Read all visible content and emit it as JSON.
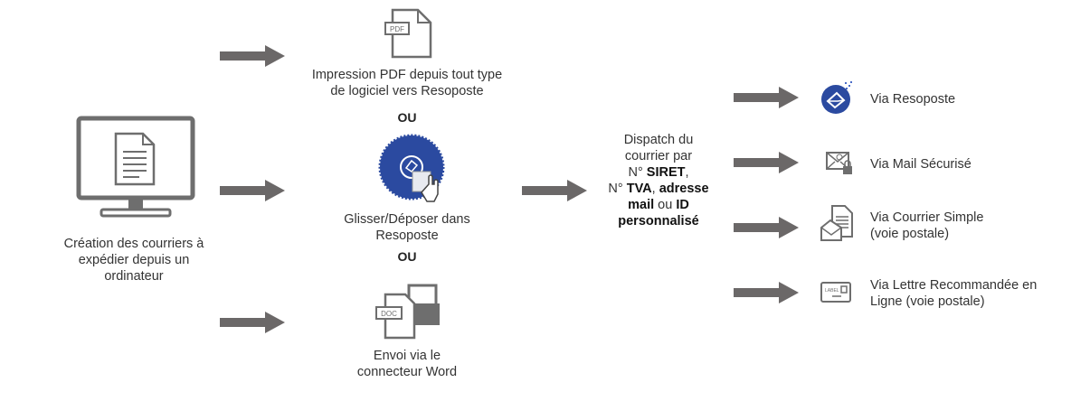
{
  "source": {
    "caption": "Création des courriers à expédier depuis un ordinateur"
  },
  "methods": [
    {
      "label": "Impression PDF depuis tout type de logiciel vers Resoposte",
      "icon": "pdf-file-icon",
      "icon_text": "PDF"
    },
    {
      "label": "Glisser/Déposer dans Resoposte",
      "icon": "drag-drop-icon"
    },
    {
      "label": "Envoi via le connecteur Word",
      "icon": "word-connector-icon",
      "icon_text": "DOC"
    }
  ],
  "separator": "OU",
  "dispatch": {
    "line1": "Dispatch du",
    "line2": "courrier par",
    "prefix1": "N° ",
    "siret": "SIRET",
    "comma1": ",",
    "prefix2": "N° ",
    "tva": "TVA",
    "comma2": ",",
    "adresse": "adresse",
    "mail": "mail",
    "ou": " ou ",
    "id": "ID",
    "perso": "personnalisé"
  },
  "channels": [
    {
      "label": "Via Resoposte",
      "icon": "resoposte-logo-icon"
    },
    {
      "label": "Via Mail Sécurisé",
      "icon": "secure-mail-icon"
    },
    {
      "label": "Via Courrier Simple (voie postale)",
      "icon": "simple-mail-icon"
    },
    {
      "label": "Via Lettre Recommandée en Ligne (voie postale)",
      "icon": "registered-letter-icon",
      "icon_text": "LABEL"
    }
  ],
  "colors": {
    "arrow": "#6b6868",
    "icon": "#6e6e6e",
    "brand": "#2b4aa0"
  }
}
